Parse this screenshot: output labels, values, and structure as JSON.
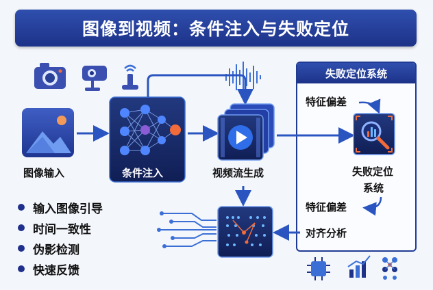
{
  "title": "图像到视频：条件注入与失败定位",
  "nodes": {
    "input": "图像输入",
    "condition": "条件注入",
    "stream": "视频流生成"
  },
  "panel": {
    "title": "失败定位系统",
    "feature_bias_1": "特征偏差",
    "locate_line1": "失败定位",
    "locate_line2": "系统",
    "feature_bias_2": "特征偏差",
    "align": "对齐分析"
  },
  "bullets": [
    "输入图像引导",
    "时间一致性",
    "伪影检测",
    "快速反馈"
  ],
  "icons": [
    "camera-icon",
    "webcam-icon",
    "wifi-device-icon",
    "sound-wave-icon",
    "chip-icon",
    "bar-chart-icon",
    "network-icon"
  ],
  "colors": {
    "primary": "#1f3a93",
    "accent": "#3b6fd6",
    "node_orange": "#f26b3a",
    "node_purple": "#8a5cd6"
  }
}
